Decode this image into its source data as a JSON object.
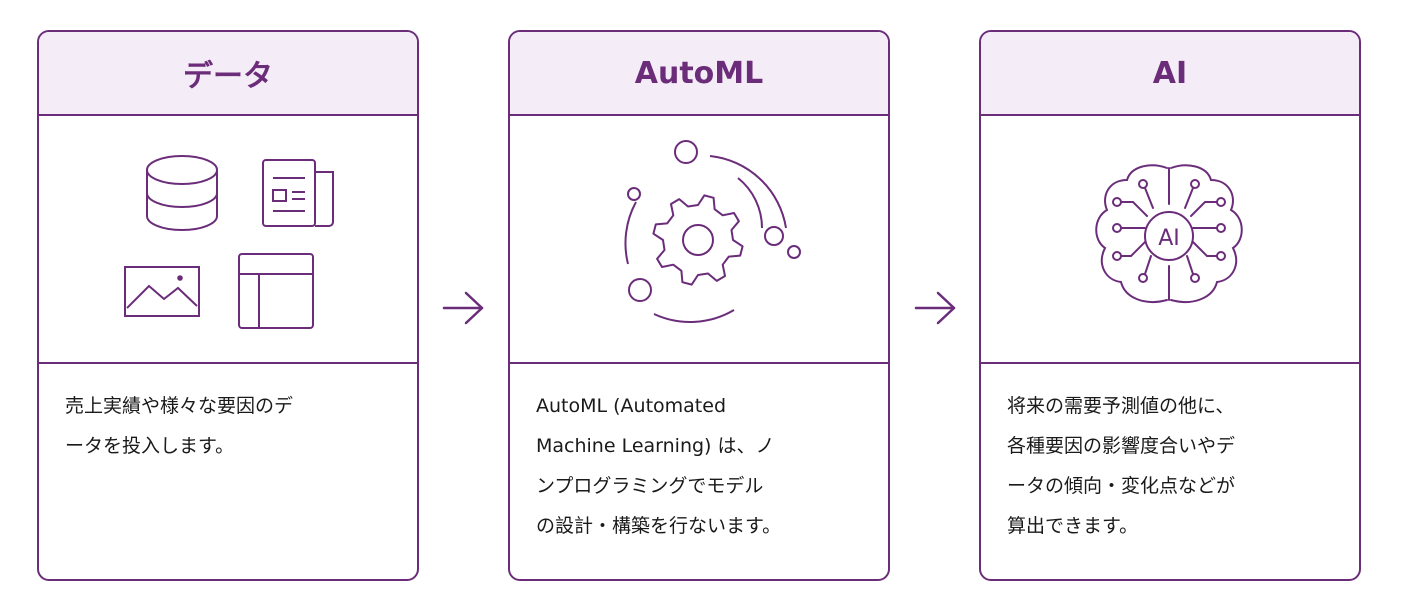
{
  "cards": [
    {
      "title": "データ",
      "icons": [
        "database-icon",
        "newspaper-icon",
        "image-icon",
        "table-layout-icon"
      ],
      "lines": [
        "売上実績や様々な要因のデ",
        "ータを投入します。"
      ]
    },
    {
      "title": "AutoML",
      "icons": [
        "gear-orbit-icon"
      ],
      "lines": [
        "AutoML (Automated",
        "Machine Learning) は、ノ",
        "ンプログラミングでモデル",
        "の設計・構築を行ないます。"
      ]
    },
    {
      "title": "AI",
      "icons": [
        "ai-brain-icon"
      ],
      "lines": [
        "将来の需要予測値の他に、",
        "各種要因の影響度合いやデ",
        "ータの傾向・変化点などが",
        "算出できます。"
      ]
    }
  ],
  "arrows": [
    "arrow-right-icon",
    "arrow-right-icon"
  ],
  "colors": {
    "accent": "#6b2d7a",
    "header_bg": "#f4ecf6",
    "icon_stroke": "#6b2d7a"
  }
}
